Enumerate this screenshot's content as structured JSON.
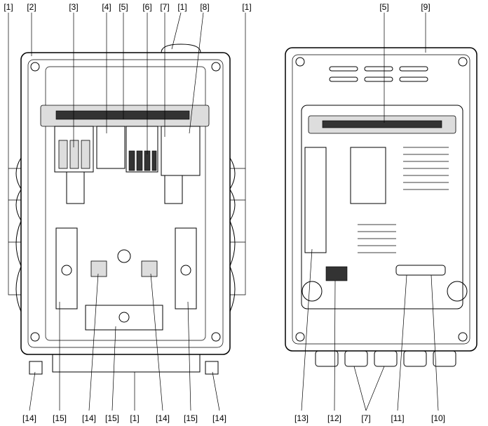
{
  "left_view": {
    "top_labels": [
      "[1]",
      "[2]",
      "[3]",
      "[4]",
      "[5]",
      "[6]",
      "[7]",
      "[1]",
      "[8]",
      "[1]"
    ],
    "bottom_labels": [
      "[14]",
      "[15]",
      "[14]",
      "[15]",
      "[1]",
      "[14]",
      "[15]",
      "[14]"
    ]
  },
  "right_view": {
    "top_labels": [
      "[5]",
      "[9]"
    ],
    "bottom_labels": [
      "[13]",
      "[12]",
      "[7]",
      "[11]",
      "[10]"
    ]
  }
}
